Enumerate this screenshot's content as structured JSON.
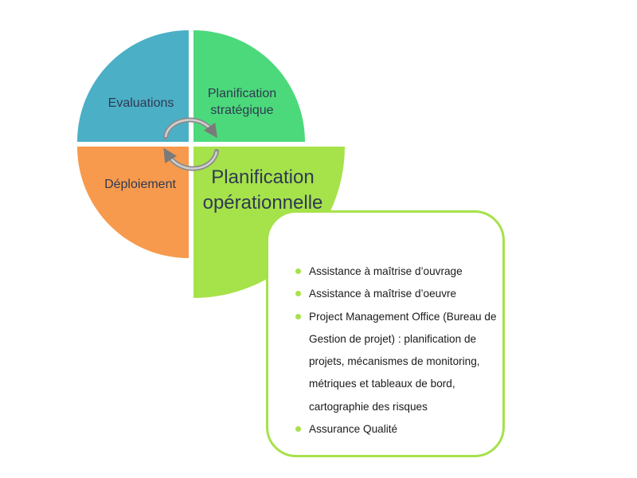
{
  "quadrants": {
    "evaluations": {
      "label": "Evaluations",
      "color": "#4bafc6"
    },
    "strategique": {
      "line1": "Planification",
      "line2": "stratégique",
      "color": "#4cd97b"
    },
    "deploiement": {
      "label": "Déploiement",
      "color": "#f79a4d"
    },
    "operationnelle": {
      "line1": "Planification",
      "line2": "opérationnelle",
      "color": "#a6e24a"
    }
  },
  "cycle_arrows": {
    "icon": "cycle-arrows-icon",
    "color": "#8c8c8c"
  },
  "info_box": {
    "border_color": "#a6e24a",
    "items": [
      "Assistance à maîtrise d’ouvrage",
      "Assistance à maîtrise d’oeuvre",
      "Project Management Office (Bureau de Gestion de projet) : planification de projets, mécanismes de monitoring, métriques et tableaux de bord, cartographie des risques",
      "Assurance Qualité"
    ]
  }
}
